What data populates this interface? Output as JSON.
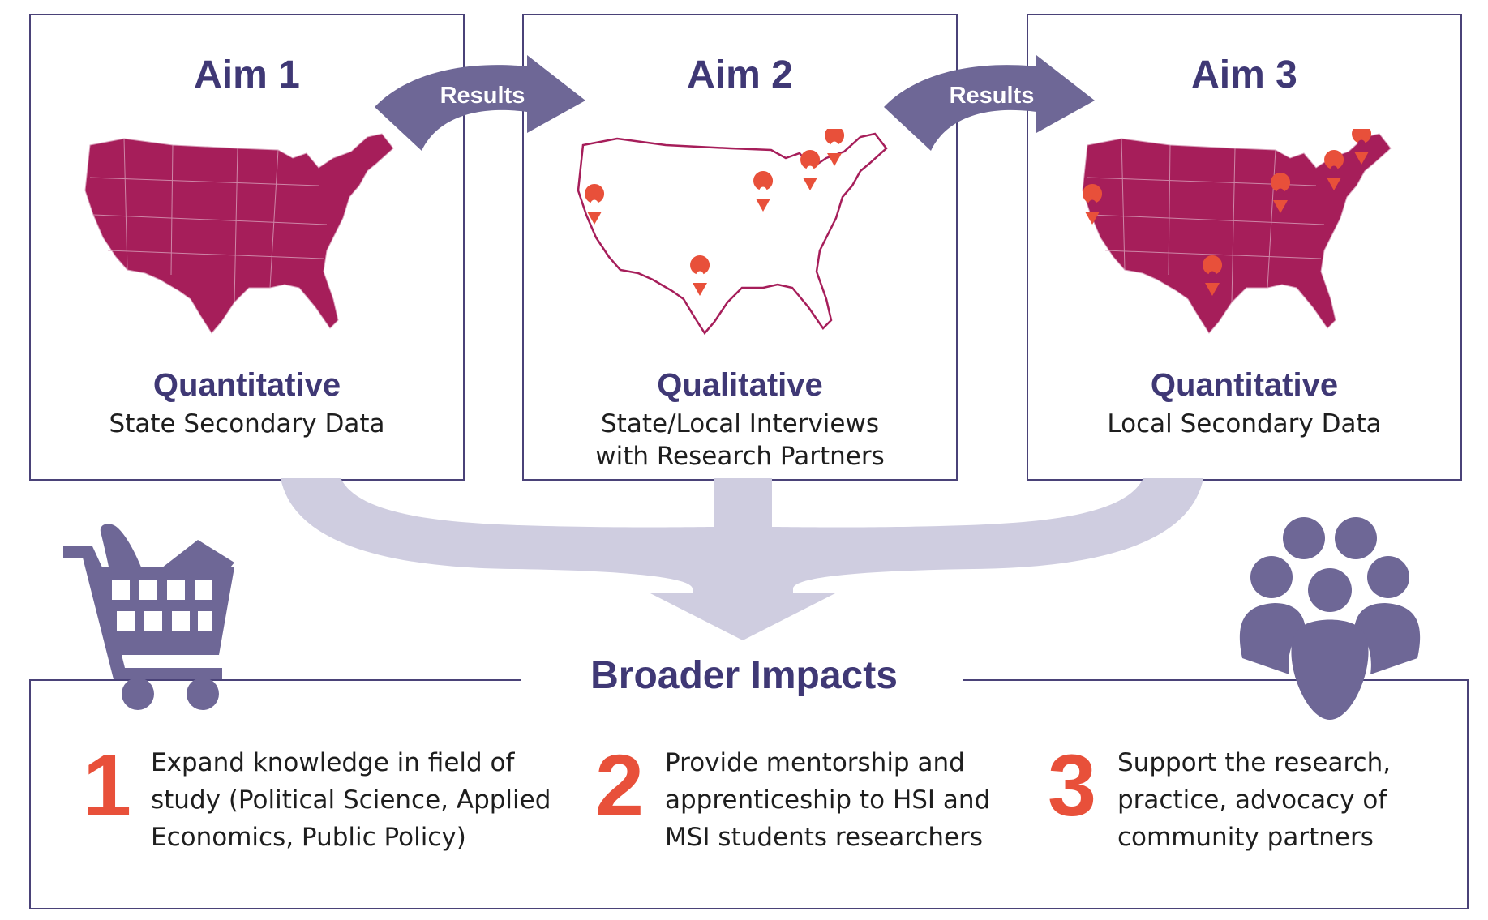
{
  "aims": [
    {
      "title": "Aim 1",
      "method": "Quantitative",
      "description": "State Secondary Data",
      "map_style": "filled"
    },
    {
      "title": "Aim 2",
      "method": "Qualitative",
      "description": "State/Local Interviews\nwith Research Partners",
      "map_style": "outline"
    },
    {
      "title": "Aim 3",
      "method": "Quantitative",
      "description": "Local Secondary Data",
      "map_style": "filled"
    }
  ],
  "arrows": [
    {
      "label": "Results"
    },
    {
      "label": "Results"
    }
  ],
  "broader_impacts": {
    "title": "Broader Impacts",
    "items": [
      {
        "number": "1",
        "text": "Expand knowledge in field of\nstudy (Political Science, Applied\nEconomics, Public Policy)"
      },
      {
        "number": "2",
        "text": "Provide mentorship and\napprenticeship to HSI and\nMSI students researchers"
      },
      {
        "number": "3",
        "text": "Support the research,\npractice, advocacy of\ncommunity partners"
      }
    ]
  },
  "icons": [
    "shopping-cart-icon",
    "community-group-icon",
    "location-pin-icon"
  ],
  "colors": {
    "primary": "#3f3875",
    "arrow": "#6e6796",
    "flow": "#cfcde0",
    "map_fill": "#a61e5a",
    "pin": "#e8503a",
    "number": "#e8503a"
  }
}
